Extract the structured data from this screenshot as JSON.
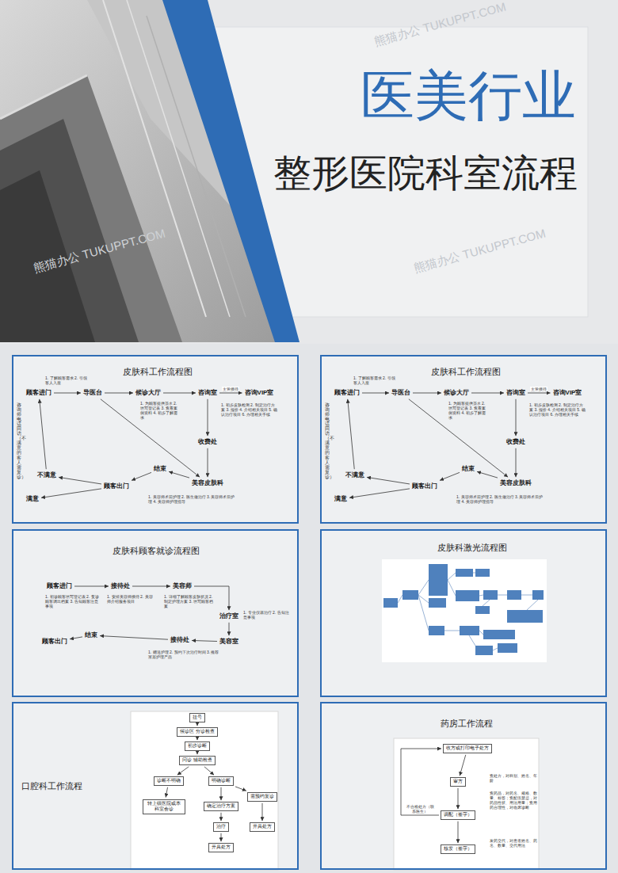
{
  "diagram": {
    "title": "医美行业",
    "nodes": [
      {
        "text": [
          "皮肤科工作流程图"
        ]
      },
      {
        "text": [
          "顾客进门"
        ],
        "in": 0
      },
      {
        "text": [
          "导医台"
        ],
        "in": 0
      },
      {
        "text": [
          "候诊大厅"
        ],
        "in": 0
      },
      {
        "text": [
          "咨询室"
        ],
        "in": 0
      },
      {
        "text": [
          "咨询VIP室"
        ],
        "in": 0
      },
      {
        "text": [
          "收费处"
        ],
        "in": 0
      },
      {
        "text": [
          "美容皮肤科"
        ],
        "in": 0
      },
      {
        "text": [
          "结束"
        ],
        "in": 0
      },
      {
        "text": [
          "顾客出门"
        ],
        "in": 0
      },
      {
        "text": [
          "不满意"
        ],
        "in": 0
      },
      {
        "text": [
          "满意"
        ],
        "in": 0
      },
      {
        "text": [
          "皮肤科工作流程图"
        ]
      },
      {
        "text": [
          "顾客进门"
        ],
        "in": 12
      },
      {
        "text": [
          "导医台"
        ],
        "in": 12
      },
      {
        "text": [
          "候诊大厅"
        ],
        "in": 12
      },
      {
        "text": [
          "咨询室"
        ],
        "in": 12
      },
      {
        "text": [
          "咨询VIP室"
        ],
        "in": 12
      },
      {
        "text": [
          "收费处"
        ],
        "in": 12
      },
      {
        "text": [
          "美容皮肤科"
        ],
        "in": 12
      },
      {
        "text": [
          "结束"
        ],
        "in": 12
      },
      {
        "text": [
          "顾客出门"
        ],
        "in": 12
      },
      {
        "text": [
          "不满意"
        ],
        "in": 12
      },
      {
        "text": [
          "满意"
        ],
        "in": 12
      },
      {
        "text": [
          "皮肤科顾客就诊流程图"
        ]
      },
      {
        "text": [
          "顾客进门"
        ],
        "in": 24
      },
      {
        "text": [
          "接待处"
        ],
        "in": 24
      },
      {
        "text": [
          "美容师"
        ],
        "in": 24
      },
      {
        "text": [
          "治疗室"
        ],
        "in": 24
      },
      {
        "text": [
          "美容室"
        ],
        "in": 24
      },
      {
        "text": [
          "接待处"
        ],
        "in": 24
      },
      {
        "text": [
          "结束"
        ],
        "in": 24
      },
      {
        "text": [
          "顾客出门"
        ],
        "in": 24
      },
      {
        "text": [
          "皮肤科激光流程图"
        ]
      },
      {
        "text": [
          "口腔科工作流程"
        ]
      },
      {
        "text": [
          "挂号"
        ],
        "in": 34
      },
      {
        "text": [
          "候诊区 分诊检查"
        ],
        "in": 34
      },
      {
        "text": [
          "初步诊断"
        ],
        "in": 34
      },
      {
        "text": [
          "问诊 辅助检查"
        ],
        "in": 34
      },
      {
        "text": [
          "诊断不明确"
        ],
        "in": 34
      },
      {
        "text": [
          "明确诊断"
        ],
        "in": 34
      },
      {
        "text": [
          "转上级医院或本科室会诊"
        ],
        "in": 34
      },
      {
        "text": [
          "确定治疗方案"
        ],
        "in": 34
      },
      {
        "text": [
          "需预约复诊"
        ],
        "in": 34
      },
      {
        "text": [
          "治疗"
        ],
        "in": 34
      },
      {
        "text": [
          "开具处方"
        ],
        "in": 34
      },
      {
        "text": [
          "开具处方"
        ],
        "in": 34
      },
      {
        "text": [
          "药房工作流程"
        ]
      },
      {
        "text": [
          "收方或打印电子处方"
        ],
        "in": 47
      },
      {
        "text": [
          "审方"
        ],
        "in": 47
      },
      {
        "text": [
          "调配（签字）"
        ],
        "in": 47
      },
      {
        "text": [
          "核发（签字）"
        ],
        "in": 47
      }
    ],
    "edges": [
      {
        "from": 1,
        "to": 2,
        "arrow": "to"
      },
      {
        "from": 2,
        "to": 3,
        "arrow": "to"
      },
      {
        "from": 3,
        "to": 4,
        "arrow": "to"
      },
      {
        "from": 4,
        "to": 5,
        "label": "主管接待",
        "arrow": "to"
      },
      {
        "from": 4,
        "to": 6,
        "arrow": "to"
      },
      {
        "from": 6,
        "to": 7,
        "arrow": "to"
      },
      {
        "from": 2,
        "to": 7,
        "arrow": "to"
      },
      {
        "from": 7,
        "to": 8,
        "arrow": "to"
      },
      {
        "from": 8,
        "to": 9,
        "arrow": "to"
      },
      {
        "from": 9,
        "to": 10,
        "arrow": "to"
      },
      {
        "from": 9,
        "to": 11,
        "arrow": "to"
      },
      {
        "from": 10,
        "to": 1,
        "arrow": "to"
      },
      {
        "from": 13,
        "to": 14,
        "arrow": "to"
      },
      {
        "from": 14,
        "to": 15,
        "arrow": "to"
      },
      {
        "from": 15,
        "to": 16,
        "arrow": "to"
      },
      {
        "from": 16,
        "to": 17,
        "label": "主管接待",
        "arrow": "to"
      },
      {
        "from": 16,
        "to": 18,
        "arrow": "to"
      },
      {
        "from": 18,
        "to": 19,
        "arrow": "to"
      },
      {
        "from": 14,
        "to": 19,
        "arrow": "to"
      },
      {
        "from": 19,
        "to": 20,
        "arrow": "to"
      },
      {
        "from": 20,
        "to": 21,
        "arrow": "to"
      },
      {
        "from": 21,
        "to": 22,
        "arrow": "to"
      },
      {
        "from": 21,
        "to": 23,
        "arrow": "to"
      },
      {
        "from": 22,
        "to": 13,
        "arrow": "to"
      },
      {
        "from": 25,
        "to": 26,
        "arrow": "to"
      },
      {
        "from": 26,
        "to": 27,
        "arrow": "to"
      },
      {
        "from": 27,
        "to": 28,
        "arrow": "to"
      },
      {
        "from": 28,
        "to": 29,
        "arrow": "to"
      },
      {
        "from": 29,
        "to": 30,
        "arrow": "to"
      },
      {
        "from": 30,
        "to": 31,
        "arrow": "to"
      },
      {
        "from": 31,
        "to": 32,
        "arrow": "to"
      },
      {
        "from": 35,
        "to": 36,
        "arrow": "to"
      },
      {
        "from": 36,
        "to": 37,
        "arrow": "to"
      },
      {
        "from": 37,
        "to": 38,
        "arrow": "to"
      },
      {
        "from": 38,
        "to": 39,
        "arrow": "to"
      },
      {
        "from": 38,
        "to": 40,
        "arrow": "to"
      },
      {
        "from": 39,
        "to": 41,
        "arrow": "to"
      },
      {
        "from": 40,
        "to": 42,
        "arrow": "to"
      },
      {
        "from": 40,
        "to": 43,
        "arrow": "to"
      },
      {
        "from": 42,
        "to": 44,
        "arrow": "to"
      },
      {
        "from": 44,
        "to": 45,
        "arrow": "to"
      },
      {
        "from": 43,
        "to": 46,
        "arrow": "to"
      },
      {
        "from": 48,
        "to": 49,
        "arrow": "to"
      },
      {
        "from": 49,
        "to": 50,
        "arrow": "to"
      },
      {
        "from": 50,
        "to": 51,
        "arrow": "to"
      },
      {
        "from": 50,
        "to": 48,
        "label": "不合格处方（联系医生）",
        "arrow": "to"
      }
    ],
    "labels": [
      "整形医院科室流程",
      "熊猫办公 TUKUPPT.COM",
      "熊猫办公 TUKUPPT.COM",
      "熊猫办公 TUKUPPT.COM",
      "1. 了解顾客需求 2. 引领客人入座",
      "1. 为顾客提供茶水 2. 填写登记表 3. 查看案例资料 4. 初步了解需求",
      "1. 初步皮肤检测 2. 制定治疗方案 3. 报价 4. 介绍相关项目 5. 确认治疗项目 6. 办理相关手续",
      "1. 美容师术前护理 2. 医生做治疗 3. 美容师术后护理 4. 美容师护理指导",
      "咨询师电话回访（不满意的客人需复诊）",
      "1. 了解顾客需求 2. 引领客人入座",
      "1. 为顾客提供茶水 2. 填写登记表 3. 查看案例资料 4. 初步了解需求",
      "1. 初步皮肤检测 2. 制定治疗方案 3. 报价 4. 介绍相关项目 5. 确认治疗项目 6. 办理相关手续",
      "1. 美容师术前护理 2. 医生做治疗 3. 美容师术后护理 4. 美容师护理指导",
      "咨询师电话回访（不满意的客人需复诊）",
      "1. 初诊顾客填写登记表 2. 复诊顾客调出档案 3. 告知顾客注意事项",
      "1. 安排美容师接待 2. 美容师介绍服务项目",
      "1. 详细了解顾客皮肤状况 2. 制定护理方案 3. 填写顾客档案",
      "1. 专业仪器治疗 2. 告知注意事项",
      "1. 赠送护理 2. 预约下次治疗时间 3. 推荐家居护理产品",
      "查处方，对科别、姓名、年龄",
      "查药品，对药名、规格、数量、标签；查配伍禁忌，对药品性状、用法用量；查用药合理性，对临床诊断",
      "发药交代，对患者姓名、药名、数量、交代用法"
    ]
  }
}
